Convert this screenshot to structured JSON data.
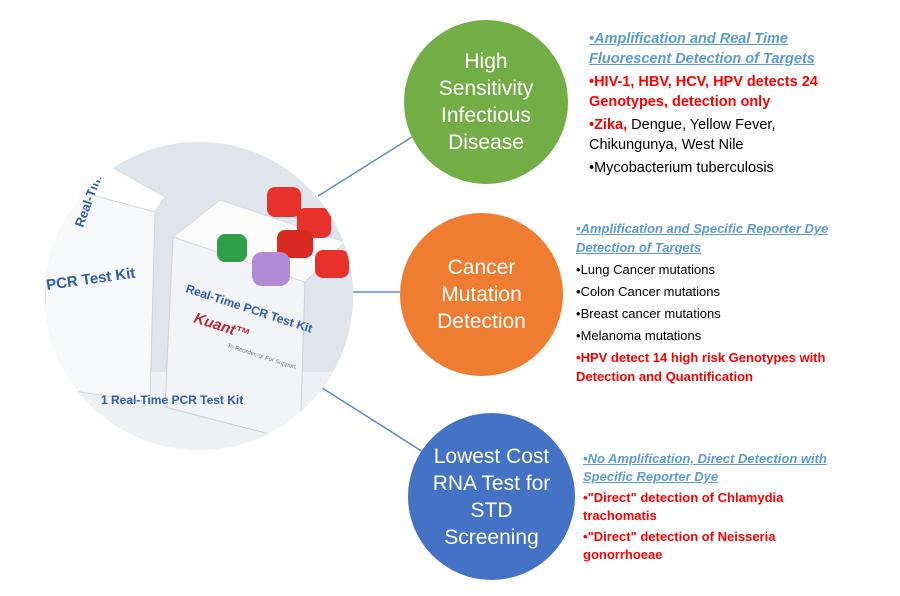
{
  "photo": {
    "box_left_label": "PCR Test Kit",
    "box_left_top_label": "Real-Time",
    "box_right_label": "Real-Time PCR Test Kit",
    "box_right_brand": "Kuant™",
    "box_bottom_label": "1 Real-Time PCR Test Kit",
    "box_small_text": "To Reorder, or For Support,",
    "colors": {
      "box": "#f5f6f8",
      "blue_text": "#2e5db3",
      "red_brand": "#c0282e",
      "cap_red": "#e8312a",
      "cap_green": "#2e9e48",
      "cap_purple": "#b38ad6"
    }
  },
  "circles": [
    {
      "label": "High\nSensitivity\nInfectious\nDisease",
      "color": "#72ad45"
    },
    {
      "label": "Cancer\nMutation\nDetection",
      "color": "#ee7c31"
    },
    {
      "label": "Lowest Cost\nRNA Test for\nSTD\nScreening",
      "color": "#4472c4"
    }
  ],
  "blocks": [
    {
      "heading": "Amplification and Real Time\nFluorescent Detection of Targets",
      "items": [
        {
          "red": "HIV-1, HBV, HCV, HPV detects 24\nGenotypes, detection only",
          "rest": ""
        },
        {
          "red": "Zika, ",
          "rest": "Dengue, Yellow Fever,\nChikungunya, West Nile"
        },
        {
          "red": "",
          "rest": "Mycobacterium tuberculosis"
        }
      ]
    },
    {
      "heading": "Amplification and Specific Reporter Dye\nDetection of Targets",
      "items": [
        {
          "red": "",
          "rest": "Lung Cancer mutations"
        },
        {
          "red": "",
          "rest": "Colon Cancer mutations"
        },
        {
          "red": "",
          "rest": "Breast cancer mutations"
        },
        {
          "red": "",
          "rest": "Melanoma mutations"
        },
        {
          "red": "HPV detect 14 high risk Genotypes with\nDetection and Quantification",
          "rest": ""
        }
      ]
    },
    {
      "heading": "No Amplification, Direct Detection with\nSpecific Reporter Dye",
      "items": [
        {
          "red": "\"Direct\" detection of Chlamydia\ntrachomatis",
          "rest": ""
        },
        {
          "red": "\"Direct\" detection of Neisseria\ngonorrhoeae",
          "rest": ""
        }
      ]
    }
  ],
  "bullet": "•"
}
